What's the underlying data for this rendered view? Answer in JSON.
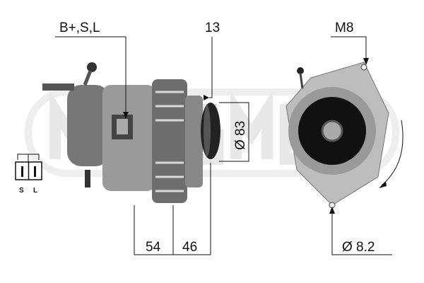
{
  "watermark": "MESSMER",
  "labels": {
    "terminals": "B+,S,L",
    "pulley_width": "13",
    "mount_thread": "M8",
    "pulley_diameter": "Ø 83",
    "length_a": "54",
    "length_b": "46",
    "hole_diameter": "Ø 8.2"
  },
  "connector": {
    "pins": [
      "S",
      "L"
    ]
  },
  "colors": {
    "ink": "#111111",
    "watermark": "#e6e6e6",
    "metal": "#8a8a8a"
  }
}
